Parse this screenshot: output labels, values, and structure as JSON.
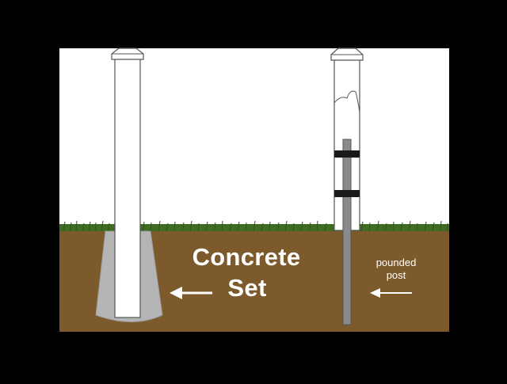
{
  "labels": {
    "concrete_line1": "Concrete",
    "concrete_line2": "Set",
    "pounded_line1": "pounded",
    "pounded_line2": "post"
  },
  "colors": {
    "background_frame": "#000000",
    "sky": "#ffffff",
    "soil": "#7d5a2c",
    "grass": "#3f6b22",
    "concrete": "#b5b5b5",
    "steel_post": "#8a8a8a",
    "bracket": "#1a1a1a",
    "post_outline": "#555555",
    "arrow": "#ffffff"
  },
  "icons": {
    "arrow_left_concrete": "arrow-left-icon",
    "arrow_left_pounded": "arrow-left-icon"
  }
}
